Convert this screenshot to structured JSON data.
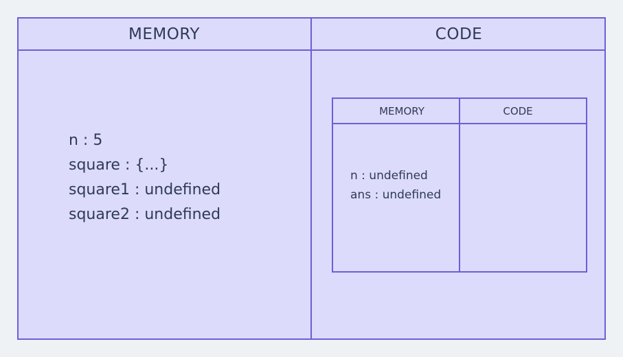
{
  "outer": {
    "memory_header": "MEMORY",
    "code_header": "CODE",
    "memory_entries": [
      "n : 5",
      "square : {...}",
      "square1 : undefined",
      "square2 : undefined"
    ]
  },
  "inner": {
    "memory_header": "MEMORY",
    "code_header": "CODE",
    "memory_entries": [
      "n : undefined",
      "ans : undefined"
    ]
  }
}
